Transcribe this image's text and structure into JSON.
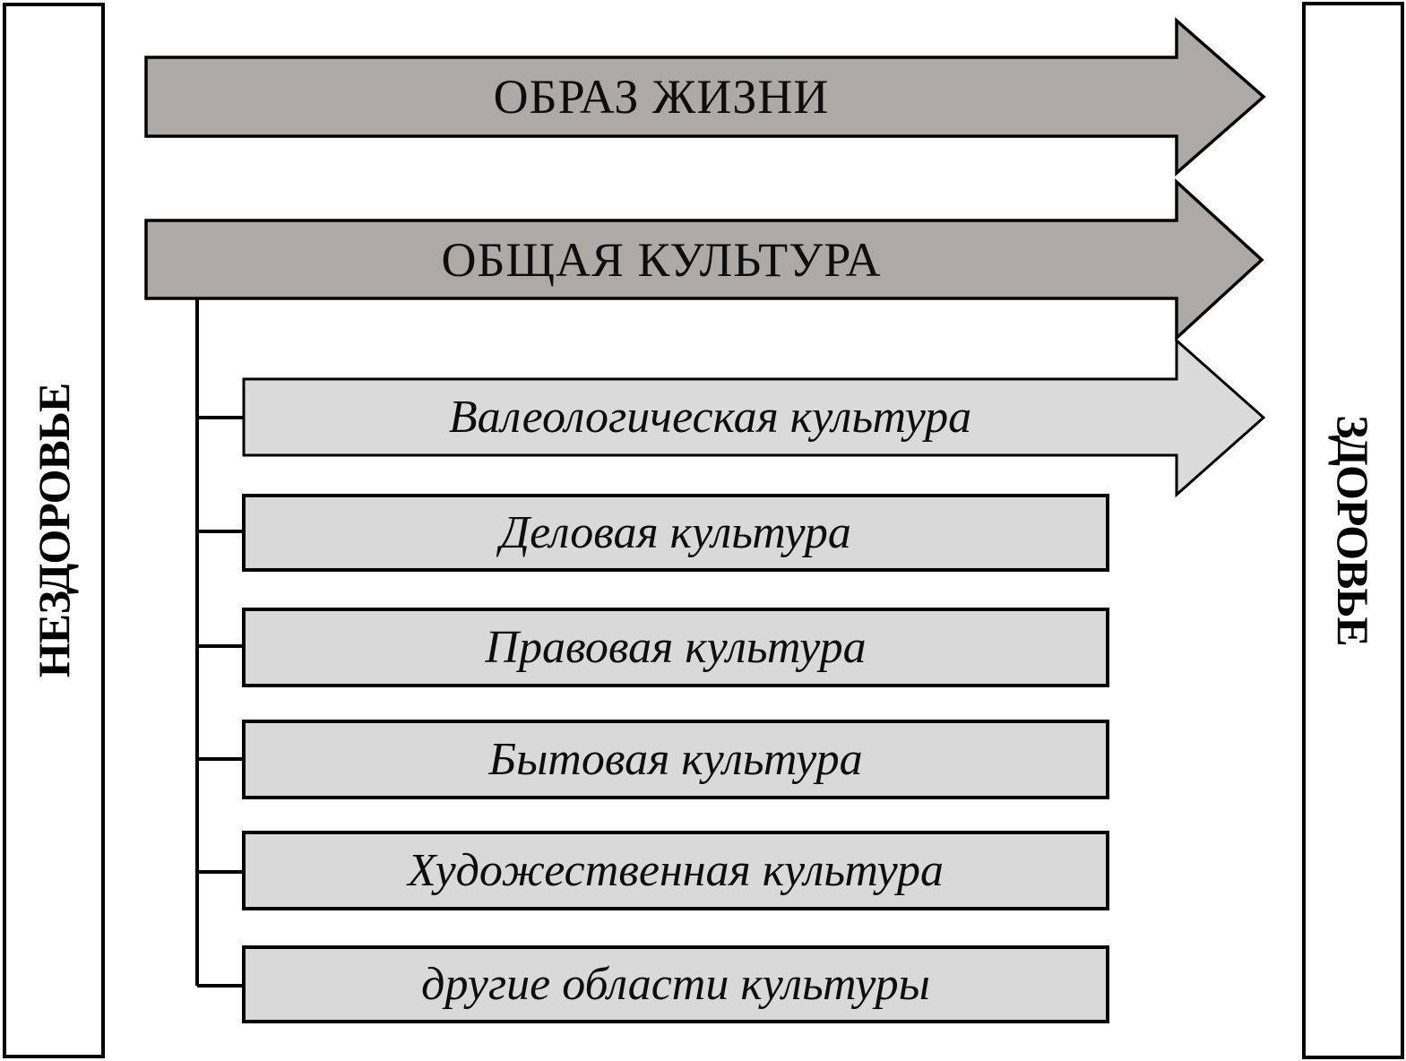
{
  "diagram": {
    "left_rail": {
      "label": "НЕЗДОРОВЬЕ"
    },
    "right_rail": {
      "label": "ЗДОРОВЬЕ"
    },
    "arrows": [
      {
        "label": "ОБРАЗ ЖИЗНИ",
        "style": "dark"
      },
      {
        "label": "ОБЩАЯ КУЛЬТУРА",
        "style": "dark"
      },
      {
        "label": "Валеологическая культура",
        "style": "light"
      }
    ],
    "boxes": [
      {
        "label": "Деловая культура"
      },
      {
        "label": "Правовая культура"
      },
      {
        "label": "Бытовая культура"
      },
      {
        "label": "Художественная культура"
      },
      {
        "label": "другие области культуры"
      }
    ],
    "colors": {
      "dark_arrow_fill": "#aca9a6",
      "light_arrow_fill": "#dadada",
      "box_fill": "#d9d9d9",
      "border": "#000000",
      "background": "#ffffff"
    }
  }
}
